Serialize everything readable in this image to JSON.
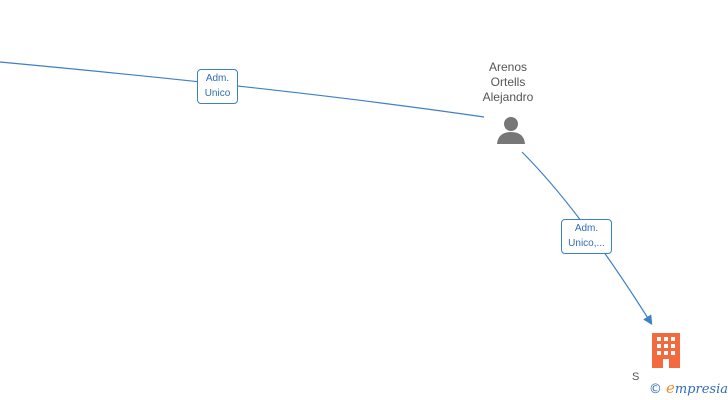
{
  "nodes": {
    "person": {
      "name_lines": [
        "Arenos",
        "Ortells",
        "Alejandro"
      ],
      "icon": "person-icon",
      "color": "#777777"
    },
    "company": {
      "icon": "building-icon",
      "color": "#f26a3d",
      "label_fragment": "S"
    }
  },
  "edges": [
    {
      "label_lines": [
        "Adm.",
        "Unico"
      ],
      "from": "offscreen-left",
      "to": "person"
    },
    {
      "label_lines": [
        "Adm.",
        "Unico,..."
      ],
      "from": "person",
      "to": "company"
    }
  ],
  "edge_color": "#3d7fc9",
  "brand": {
    "copyright": "©",
    "initial": "e",
    "rest": "mpresia"
  }
}
